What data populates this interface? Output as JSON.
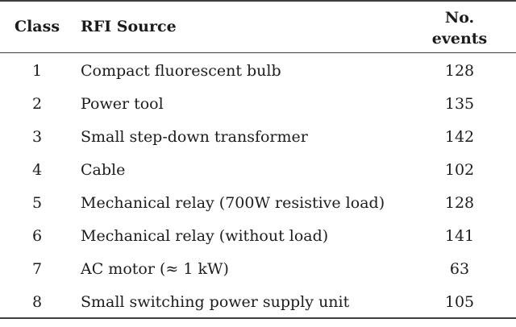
{
  "table": {
    "header": {
      "class_label": "Class",
      "source_label": "RFI Source",
      "events_label_line1": "No.",
      "events_label_line2": "events"
    },
    "rows": [
      {
        "class_no": "1",
        "source": "Compact fluorescent bulb",
        "events": "128"
      },
      {
        "class_no": "2",
        "source": "Power tool",
        "events": "135"
      },
      {
        "class_no": "3",
        "source": "Small step-down transformer",
        "events": "142"
      },
      {
        "class_no": "4",
        "source": "Cable",
        "events": "102"
      },
      {
        "class_no": "5",
        "source": "Mechanical relay (700W resistive load)",
        "events": "128"
      },
      {
        "class_no": "6",
        "source": "Mechanical relay (without load)",
        "events": "141"
      },
      {
        "class_no": "7",
        "source": "AC motor (≈ 1 kW)",
        "events": "63"
      },
      {
        "class_no": "8",
        "source": "Small switching power supply unit",
        "events": "105"
      }
    ]
  },
  "colors": {
    "text": "#1c1c1c",
    "rule": "#3d3d3d",
    "background": "#ffffff"
  }
}
